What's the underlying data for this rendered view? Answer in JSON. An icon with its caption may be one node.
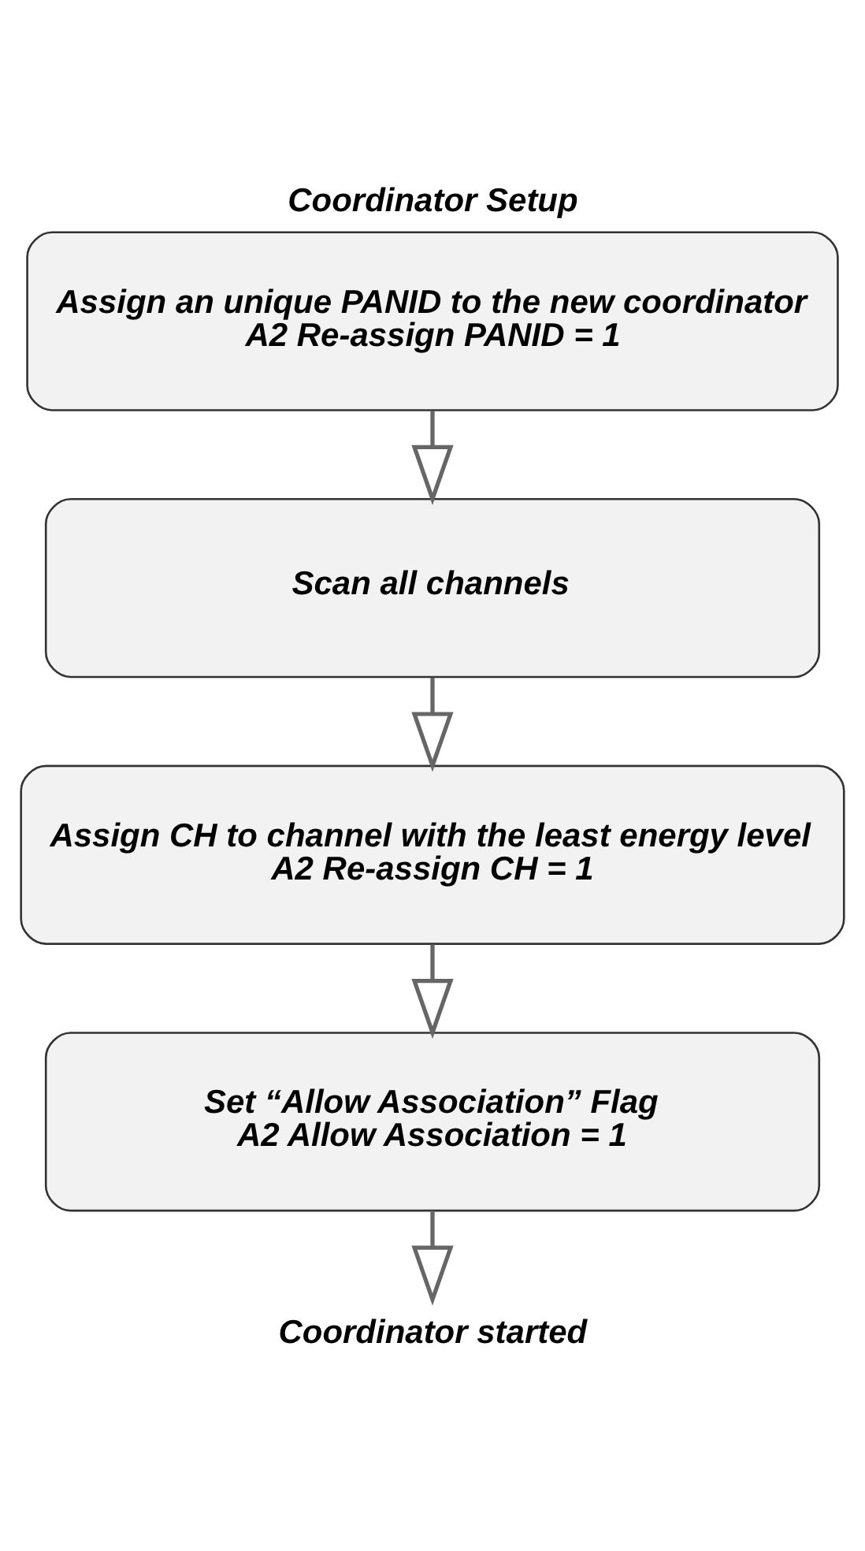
{
  "diagram": {
    "title": "Coordinator Setup",
    "nodes": [
      {
        "text": [
          "Assign an unique PANID to the new coordinator",
          "A2 Re-assign PANID = 1"
        ]
      },
      {
        "text": [
          "Scan all channels"
        ]
      },
      {
        "text": [
          "Assign CH to channel with the least energy level",
          "A2 Re-assign CH = 1"
        ]
      },
      {
        "text": [
          "Set “Allow Association” Flag",
          "A2 Allow Association = 1"
        ]
      },
      {
        "text": [
          "Coordinator started"
        ]
      }
    ],
    "edges": [
      {
        "from": 0,
        "to": 1,
        "arrow": "to"
      },
      {
        "from": 1,
        "to": 2,
        "arrow": "to"
      },
      {
        "from": 2,
        "to": 3,
        "arrow": "to"
      },
      {
        "from": 3,
        "to": 4,
        "arrow": "to"
      }
    ]
  }
}
